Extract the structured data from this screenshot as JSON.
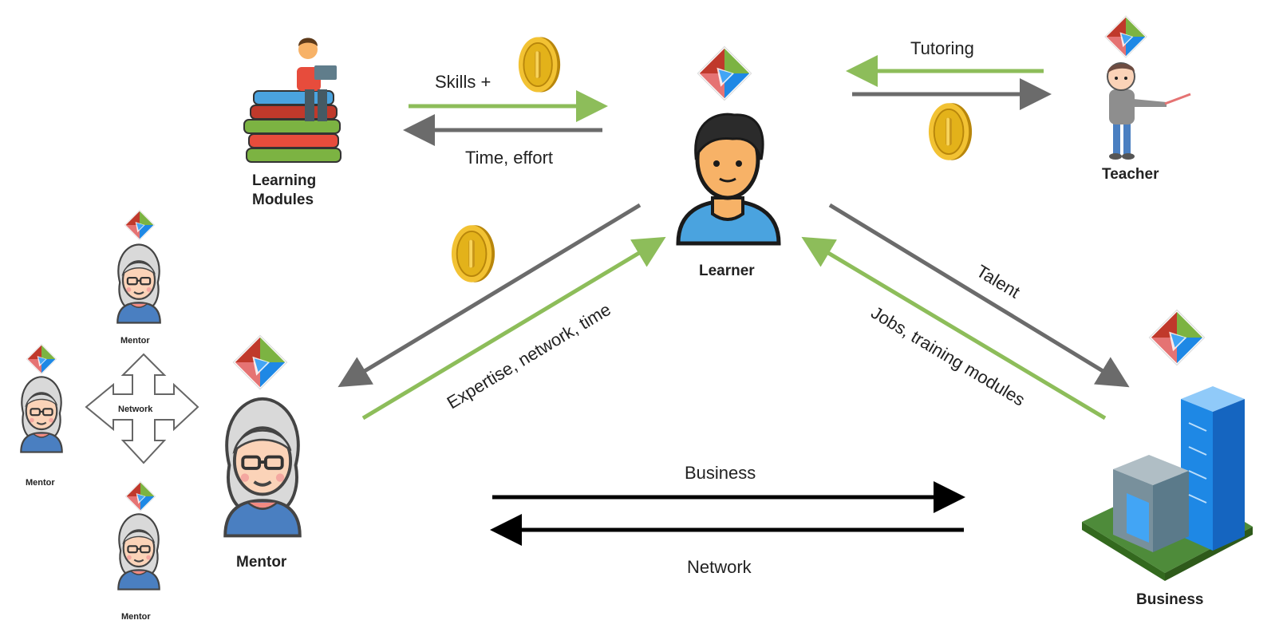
{
  "colors": {
    "green_arrow": "#8dbd5a",
    "grey_arrow": "#6b6b6b",
    "black_arrow": "#000000",
    "coin": "#e3b21a",
    "skin": "#f7b267",
    "shirt": "#4aa3df",
    "hair_dark": "#2b2b2b",
    "hair_grey": "#cfcfcf",
    "building_blue": "#3c8fd8",
    "logo_red": "#c0392b",
    "logo_green": "#7cb342",
    "logo_blue": "#1e88e5"
  },
  "actors": {
    "learner": "Learner",
    "teacher": "Teacher",
    "learning_modules_line1": "Learning",
    "learning_modules_line2": "Modules",
    "mentor_main": "Mentor",
    "mentor_top": "Mentor",
    "mentor_left": "Mentor",
    "mentor_bottom": "Mentor",
    "business": "Business"
  },
  "flows": {
    "skills": "Skills +",
    "time_effort": "Time, effort",
    "tutoring": "Tutoring",
    "expertise": "Expertise, network, time",
    "talent": "Talent",
    "jobs": "Jobs, training modules",
    "business": "Business",
    "network": "Network",
    "network_cross": "Network"
  },
  "icons": [
    "coin-icon",
    "logo-icon",
    "learner-avatar",
    "teacher-figure",
    "books-stack-icon",
    "mentor-avatar",
    "building-icon",
    "network-cross-arrow-icon"
  ]
}
